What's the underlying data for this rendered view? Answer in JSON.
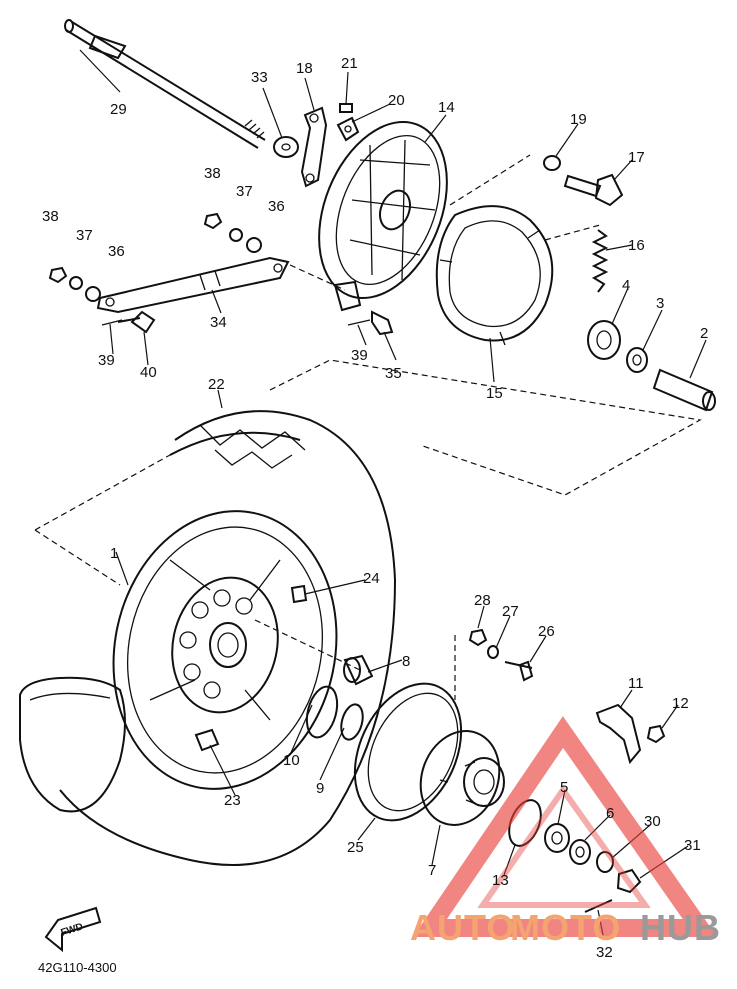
{
  "diagram": {
    "code": "42G110-4300",
    "fwd_label": "FWD",
    "callouts": [
      "1",
      "2",
      "3",
      "4",
      "5",
      "6",
      "7",
      "8",
      "9",
      "10",
      "11",
      "12",
      "13",
      "14",
      "15",
      "16",
      "17",
      "18",
      "19",
      "20",
      "21",
      "22",
      "23",
      "24",
      "25",
      "26",
      "27",
      "28",
      "29",
      "30",
      "31",
      "32",
      "33",
      "34",
      "35",
      "36",
      "37",
      "38",
      "39",
      "40"
    ],
    "extra_callouts": [
      "36",
      "37",
      "38",
      "39"
    ]
  },
  "watermark": {
    "part1": "AUTO",
    "part2": "MOTO",
    "part3": "HUB",
    "colors": {
      "orange": "#f4a470",
      "grey": "#9a9a9a",
      "red": "#e8403a"
    }
  }
}
